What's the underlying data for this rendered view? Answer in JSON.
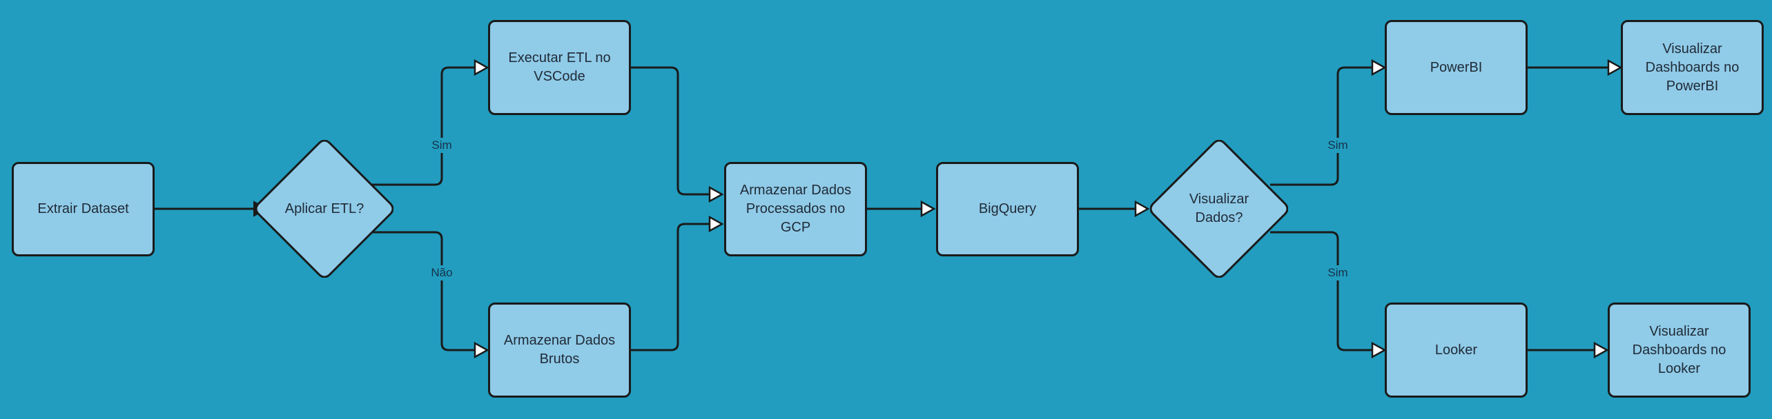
{
  "colors": {
    "background": "#229dbf",
    "node_fill": "#90cbe8",
    "stroke": "#1a1a1a",
    "arrow_fill": "#ffffff"
  },
  "nodes": {
    "extrair": "Extrair Dataset",
    "aplicar_etl": "Aplicar ETL?",
    "executar_etl": "Executar ETL no VSCode",
    "armazenar_brutos": "Armazenar Dados Brutos",
    "armazenar_processados": "Armazenar Dados Processados no GCP",
    "bigquery": "BigQuery",
    "visualizar_dados": "Visualizar Dados?",
    "powerbi": "PowerBI",
    "dash_powerbi": "Visualizar Dashboards no PowerBI",
    "looker": "Looker",
    "dash_looker": "Visualizar Dashboards no Looker"
  },
  "edge_labels": {
    "etl_sim": "Sim",
    "etl_nao": "Não",
    "viz_sim_powerbi": "Sim",
    "viz_sim_looker": "Sim"
  },
  "edges": [
    {
      "from": "extrair",
      "to": "aplicar_etl",
      "arrow": "filled"
    },
    {
      "from": "aplicar_etl",
      "to": "executar_etl",
      "label": "etl_sim",
      "arrow": "hollow"
    },
    {
      "from": "aplicar_etl",
      "to": "armazenar_brutos",
      "label": "etl_nao",
      "arrow": "hollow"
    },
    {
      "from": "executar_etl",
      "to": "armazenar_processados",
      "arrow": "hollow"
    },
    {
      "from": "armazenar_brutos",
      "to": "armazenar_processados",
      "arrow": "hollow"
    },
    {
      "from": "armazenar_processados",
      "to": "bigquery",
      "arrow": "hollow"
    },
    {
      "from": "bigquery",
      "to": "visualizar_dados",
      "arrow": "hollow"
    },
    {
      "from": "visualizar_dados",
      "to": "powerbi",
      "label": "viz_sim_powerbi",
      "arrow": "hollow"
    },
    {
      "from": "visualizar_dados",
      "to": "looker",
      "label": "viz_sim_looker",
      "arrow": "hollow"
    },
    {
      "from": "powerbi",
      "to": "dash_powerbi",
      "arrow": "hollow"
    },
    {
      "from": "looker",
      "to": "dash_looker",
      "arrow": "hollow"
    }
  ]
}
